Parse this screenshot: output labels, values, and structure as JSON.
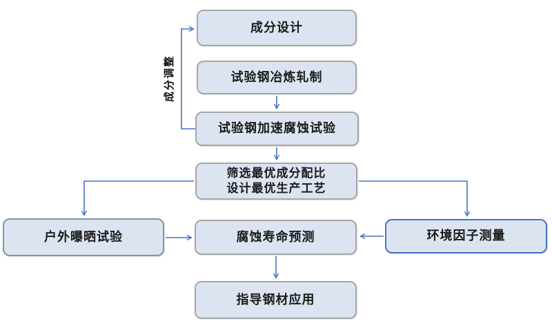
{
  "diagram": {
    "title_hint": "steel-corrosion-research-flowchart",
    "colors": {
      "background": "#ffffff",
      "box_fill": "#dce4f2",
      "box_border": "#a6a6a6",
      "outdoor_box_border": "#7a9b9b",
      "environment_box_border": "#4472c4",
      "connector": "#4472c4",
      "text": "#1a1a1a"
    },
    "nodes": {
      "composition_design": "成分设计",
      "smelting_rolling": "试验钢冶炼轧制",
      "accelerated_corrosion": "试验钢加速腐蚀试验",
      "optimal_line1": "筛选最优成分配比",
      "optimal_line2": "设计最优生产工艺",
      "outdoor_exposure": "户外曝晒试验",
      "life_prediction": "腐蚀寿命预测",
      "environment_factor": "环境因子测量",
      "steel_application": "指导钢材应用"
    },
    "edge_label": "成分调整"
  }
}
